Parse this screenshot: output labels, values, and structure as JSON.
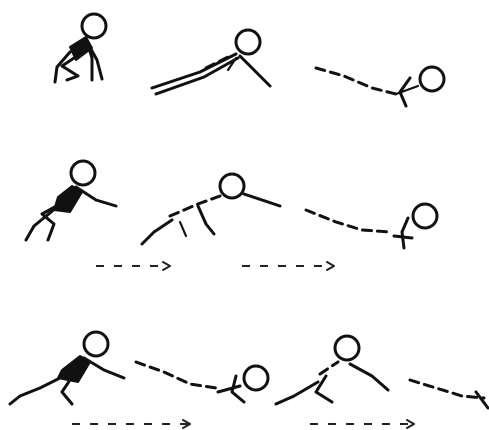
{
  "figure": {
    "rows": [
      {
        "poses": [
          "crouch",
          "plank",
          "tuck"
        ],
        "arrows": 0
      },
      {
        "poses": [
          "crouch",
          "plank",
          "tuck"
        ],
        "arrows": 2
      },
      {
        "poses": [
          "crouch",
          "tuck",
          "crouch",
          "tuck"
        ],
        "arrows": 2
      }
    ],
    "colors": {
      "ink": "#111111",
      "background": "#ffffff"
    }
  }
}
